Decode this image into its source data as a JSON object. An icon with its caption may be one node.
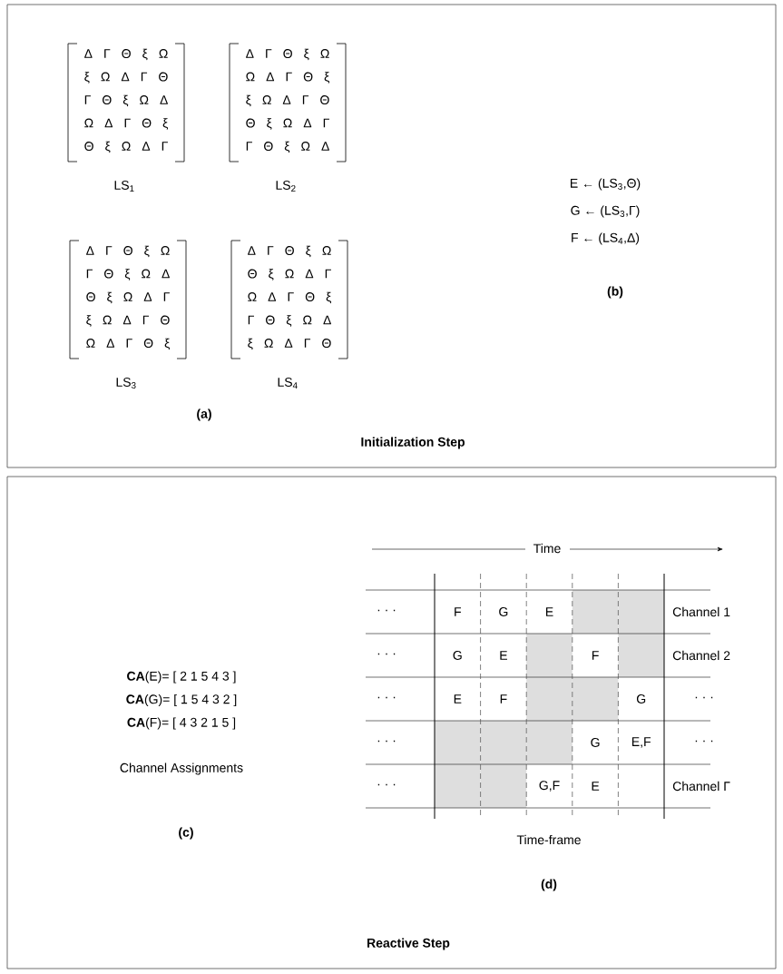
{
  "diagram": {
    "nodes": [
      {
        "text": [
          "Initialization Step"
        ]
      },
      {
        "text": [
          "Reactive Step"
        ]
      }
    ],
    "labels": [
      "Δ Γ Θ ξ Ω",
      "ξ Ω Δ Γ Θ",
      "Γ Θ ξ Ω Δ",
      "Ω Δ Γ Θ ξ",
      "Θ ξ Ω Δ Γ",
      "Δ Γ Θ ξ Ω",
      "Ω Δ Γ Θ ξ",
      "ξ Ω Δ Γ Θ",
      "Θ ξ Ω Δ Γ",
      "Γ Θ ξ Ω Δ",
      "LS$_{1}$",
      "LS$_{2}$",
      "Δ Γ Θ ξ Ω",
      "Γ Θ ξ Ω Δ",
      "Θ ξ Ω Δ Γ",
      "ξ Ω Δ Γ Θ",
      "Ω Δ Γ Θ ξ",
      "Δ Γ Θ ξ Ω",
      "Θ ξ Ω Δ Γ",
      "Ω Δ Γ Θ ξ",
      "Γ Θ ξ Ω Δ",
      "ξ Ω Δ Γ Θ",
      "LS$_{3}$",
      "LS$_{4}$",
      "(a)",
      "E ← (LS$_{3}$,Θ)",
      "G ← (LS$_{3}$,Γ)",
      "F ← (LS$_{4}$,Δ)",
      "(b)",
      "**CA**(E)= [ 2 1 5 4 3 ]",
      "**CA**(G)= [ 1 5 4 3 2 ]",
      "**CA**(F)= [ 4 3 2 1 5 ]",
      "Channel Assignments",
      "(c)",
      "Time",
      "· · ·",
      "F",
      "G",
      "E",
      "Channel 1",
      "· · ·",
      "G",
      "E",
      "F",
      "Channel 2",
      "· · ·",
      "E",
      "F",
      "G",
      "· · ·",
      "· · ·",
      "G",
      "E,F",
      "· · ·",
      "· · ·",
      "G,F",
      "E",
      "Channel Γ",
      "Time-frame",
      "(d)"
    ]
  }
}
